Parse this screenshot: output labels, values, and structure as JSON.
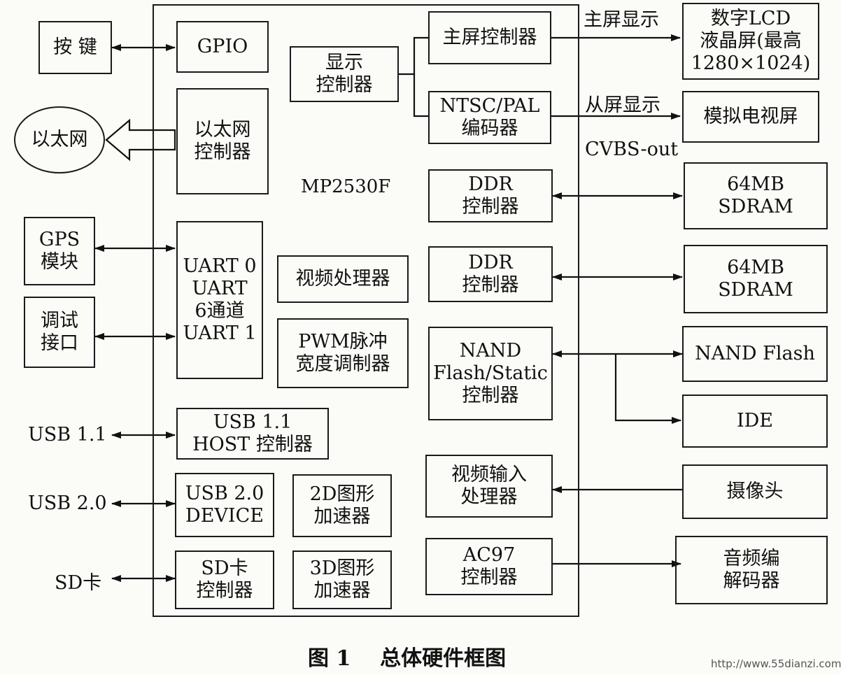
{
  "chip": {
    "name": "MP2530F"
  },
  "blocks": {
    "gpio": [
      "GPIO"
    ],
    "eth_ctrl": [
      "以太网",
      "控制器"
    ],
    "uart": [
      "UART 0",
      "UART",
      "6通道",
      "UART 1"
    ],
    "usb11_host": [
      "USB 1.1",
      "HOST 控制器"
    ],
    "usb20_dev": [
      "USB 2.0",
      "DEVICE"
    ],
    "sd_ctrl": [
      "SD卡",
      "控制器"
    ],
    "g2d": [
      "2D图形",
      "加速器"
    ],
    "g3d": [
      "3D图形",
      "加速器"
    ],
    "disp_ctrl": [
      "显示",
      "控制器"
    ],
    "main_ctrl": [
      "主屏控制器"
    ],
    "ntsc": [
      "NTSC/PAL",
      "编码器"
    ],
    "ddr1": [
      "DDR",
      "控制器"
    ],
    "ddr2": [
      "DDR",
      "控制器"
    ],
    "video_proc": [
      "视频处理器"
    ],
    "pwm": [
      "PWM脉冲",
      "宽度调制器"
    ],
    "nand_ctrl": [
      "NAND",
      "Flash/Static",
      "控制器"
    ],
    "video_in": [
      "视频输入",
      "处理器"
    ],
    "ac97": [
      "AC97",
      "控制器"
    ]
  },
  "external": {
    "keys": [
      "按  键"
    ],
    "ethernet": [
      "以太网"
    ],
    "gps": [
      "GPS",
      "模块"
    ],
    "debug": [
      "调试",
      "接口"
    ],
    "lcd": [
      "数字LCD",
      "液晶屏(最高",
      "1280×1024)"
    ],
    "tv": [
      "模拟电视屏"
    ],
    "sdram1": [
      "64MB",
      "SDRAM"
    ],
    "sdram2": [
      "64MB",
      "SDRAM"
    ],
    "nand_flash": [
      "NAND Flash"
    ],
    "ide": [
      "IDE"
    ],
    "camera": [
      "摄像头"
    ],
    "audio": [
      "音频编",
      "解码器"
    ]
  },
  "labels": {
    "main_display": "主屏显示",
    "sub_display": "从屏显示",
    "cvbs": "CVBS-out",
    "usb11": "USB 1.1",
    "usb20": "USB 2.0",
    "sd": "SD卡"
  },
  "caption": "图 1    总体硬件框图",
  "watermark": "http://www.55dianzi.com"
}
